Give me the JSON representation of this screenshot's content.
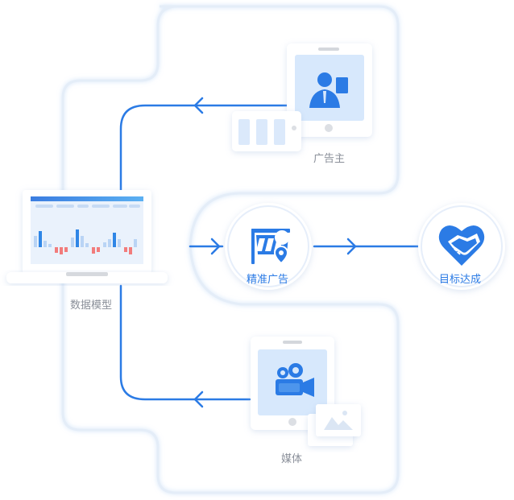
{
  "nodes": {
    "data_model": {
      "label": "数据模型"
    },
    "advertiser": {
      "label": "广告主"
    },
    "precision_ads": {
      "label": "精准广告"
    },
    "goal": {
      "label": "目标达成"
    },
    "media": {
      "label": "媒体"
    }
  },
  "colors": {
    "primary": "#2b7be5",
    "light_blue": "#d9eafc",
    "card_bg": "#ffffff",
    "outline": "#e3ecf7",
    "bar_blue": "#2f86e6",
    "bar_light": "#b9d4f5",
    "bar_red": "#f27c7c",
    "gray": "#c8ccd3"
  },
  "icons": {
    "advertiser": "person-icon",
    "precision_ads": "signboard-pin-icon",
    "goal": "handshake-heart-icon",
    "media": "video-camera-icon",
    "arrow": "arrow-head-icon"
  }
}
